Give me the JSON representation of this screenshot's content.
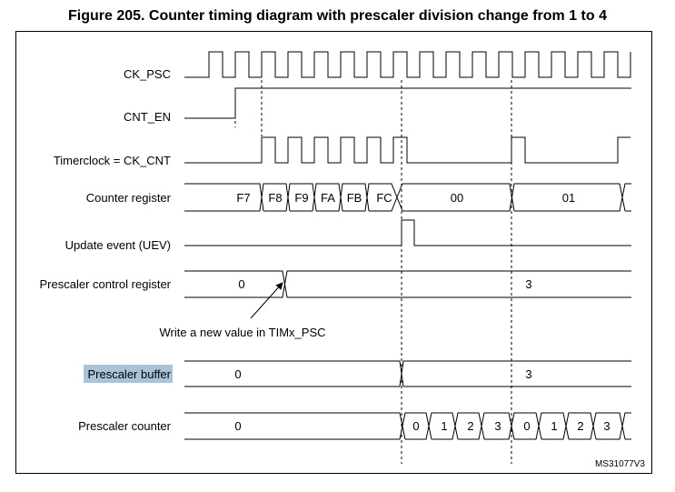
{
  "figure": {
    "title": "Figure 205. Counter timing diagram with prescaler division change from 1 to 4",
    "code": "MS31077V3"
  },
  "signals": {
    "ck_psc": "CK_PSC",
    "cnt_en": "CNT_EN",
    "timerclock": "Timerclock = CK_CNT",
    "counter_register": "Counter register",
    "uev": "Update event (UEV)",
    "prescaler_control_register": "Prescaler control register",
    "prescaler_buffer": "Prescaler buffer",
    "prescaler_counter": "Prescaler counter"
  },
  "counter_values": [
    "F7",
    "F8",
    "F9",
    "FA",
    "FB",
    "FC",
    "00",
    "01"
  ],
  "prescaler_control_values": [
    "0",
    "3"
  ],
  "prescaler_buffer_values": [
    "0",
    "3"
  ],
  "prescaler_counter_values": [
    "0",
    "0",
    "1",
    "2",
    "3",
    "0",
    "1",
    "2",
    "3"
  ],
  "annotation": "Write a new value in TIMx_PSC",
  "highlight_color": "#a9c4da"
}
